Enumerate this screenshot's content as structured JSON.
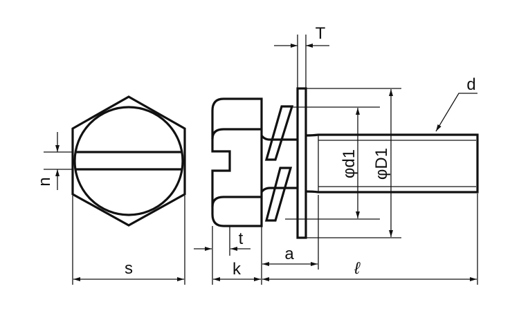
{
  "title": "Hex slotted screw with spring washer and plain washer - dimension drawing",
  "colors": {
    "line": "#111111",
    "background": "#ffffff"
  },
  "labels": {
    "s": "s",
    "n": "n",
    "t": "t",
    "k": "k",
    "a": "a",
    "l": "ℓ",
    "T": "T",
    "d": "d",
    "d1": "φd1",
    "D1": "φD1"
  }
}
